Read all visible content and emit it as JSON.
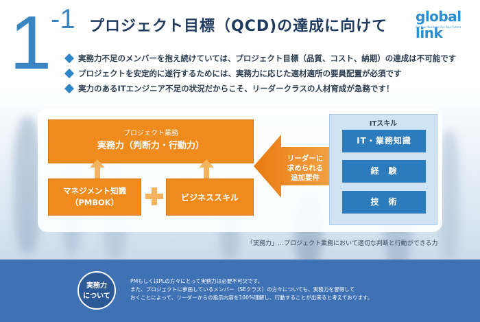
{
  "header": {
    "section_major": "1",
    "section_minor": "-1",
    "title": "プロジェクト目標（QCD)の達成に向けて"
  },
  "logo": {
    "text": "global link",
    "tagline": "For Your Business For Your Future"
  },
  "bullets": [
    "実務力不足のメンバーを抱え続けていては、プロジェクト目標（品質、コスト、納期）の達成は不可能です",
    "プロジェクトを安定的に遂行するためには、実務力に応じた適材適所の要員配置が必須です",
    "実力のあるITエンジニア不足の状況だからこそ、リーダークラスの人材育成が急務です！"
  ],
  "diagram": {
    "top_box": {
      "line1": "プロジェクト業務",
      "line2": "実務力（判断力・行動力）"
    },
    "left_box": {
      "line1": "マネジメント知識",
      "line2": "（PMBOK）"
    },
    "right_box": "ビジネススキル",
    "arrow_label": {
      "line1": "リーダーに",
      "line2": "求められる",
      "line3": "追加要件"
    },
    "skills": {
      "title": "ITスキル",
      "items": [
        "IT・業務知識",
        "経　験",
        "技　術"
      ]
    },
    "definition": "「実務力」…プロジェクト業務において適切な判断と行動ができる力"
  },
  "footer": {
    "badge_line1": "実務力",
    "badge_line2": "について",
    "text_lines": [
      "PMもしくはPLの方々にとって実務力は必要不可欠です。",
      "また、プロジェクトに参画しているメンバー（SEクラス）の方々についても、実務力を習得して",
      "おくことによって、リーダーからの指示内容を100%理解し、行動することが出来ると考えております。"
    ]
  },
  "colors": {
    "accent_blue": "#3a86c4",
    "orange": "#ef8b1c",
    "skill_blue": "#2b7bbd",
    "footer_blue": "#3f72b5"
  }
}
